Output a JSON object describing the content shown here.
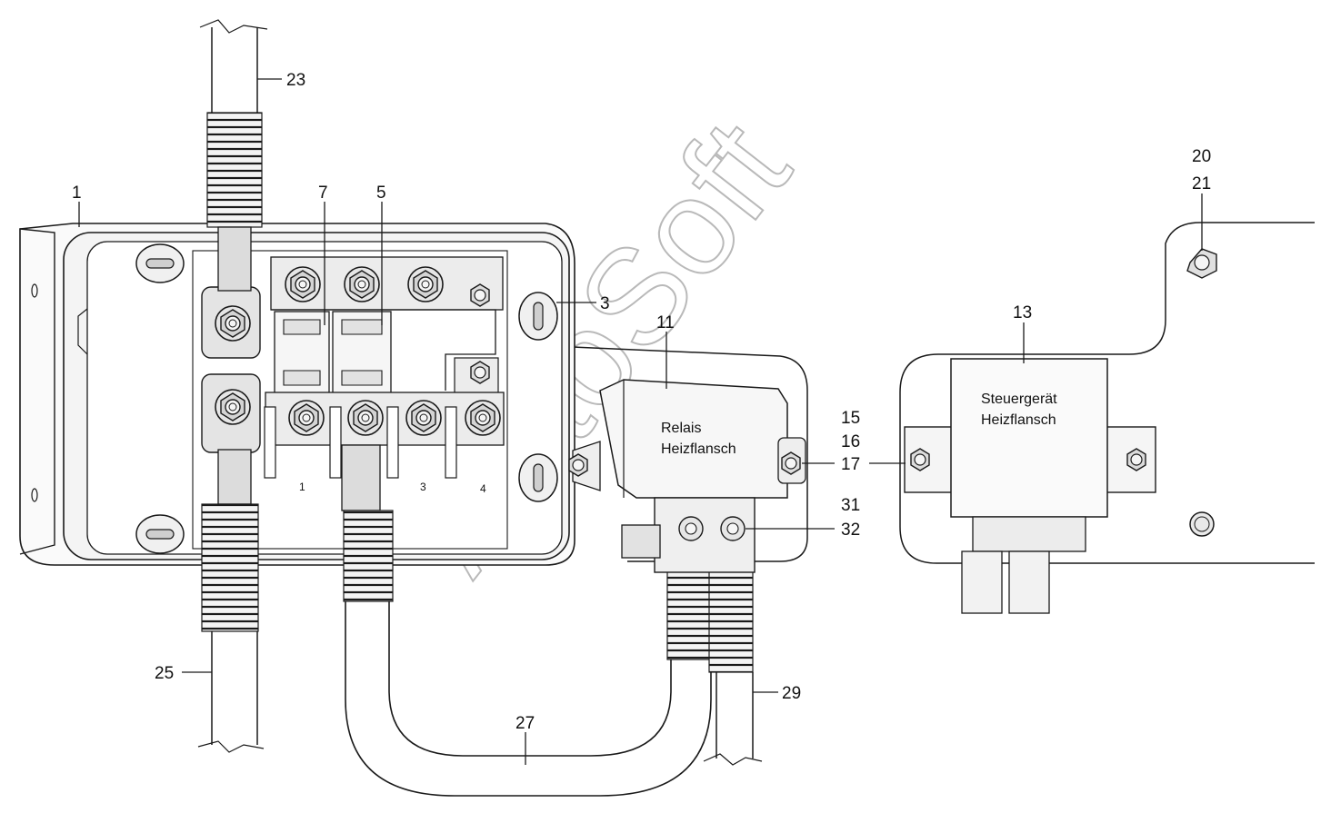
{
  "watermark": "AutoSoft",
  "colors": {
    "line": "#1a1a1a",
    "fill_light": "#f2f2f2",
    "fill_mid": "#d9d9d9",
    "fill_dark": "#9a9a9a",
    "watermark": "#b9b9b9"
  },
  "callouts": {
    "c1": "1",
    "c3": "3",
    "c5": "5",
    "c7": "7",
    "c11": "11",
    "c13": "13",
    "c15": "15",
    "c16": "16",
    "c17": "17",
    "c20": "20",
    "c21": "21",
    "c23": "23",
    "c25": "25",
    "c27": "27",
    "c29": "29",
    "c31": "31",
    "c32": "32"
  },
  "labels": {
    "relais_line1": "Relais",
    "relais_line2": "Heizflansch",
    "steuer_line1": "Steuergerät",
    "steuer_line2": "Heizflansch"
  },
  "terminals": {
    "t1": "1",
    "t3": "3",
    "t4": "4"
  }
}
